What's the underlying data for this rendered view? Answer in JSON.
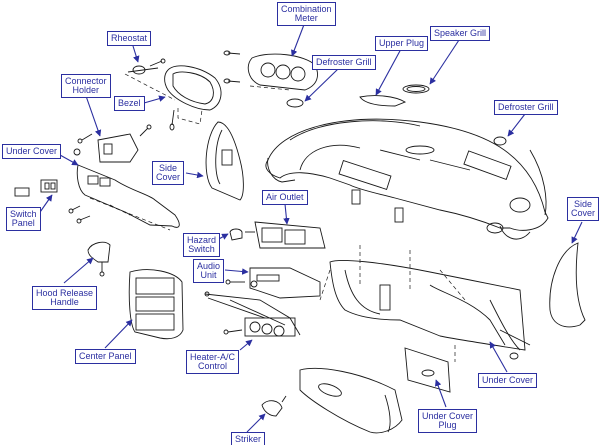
{
  "diagram": {
    "title": "Instrument Panel Exploded View",
    "colors": {
      "label_border": "#2b2fa0",
      "label_text": "#2b2fa0",
      "line_art": "#1a1a1a",
      "background": "#ffffff"
    },
    "labels": {
      "combination_meter": "Combination\nMeter",
      "rheostat": "Rheostat",
      "defroster_grill_left": "Defroster Grill",
      "upper_plug": "Upper Plug",
      "speaker_grill": "Speaker Grill",
      "connector_holder": "Connector\nHolder",
      "bezel": "Bezel",
      "defroster_grill_right": "Defroster Grill",
      "under_cover_left": "Under Cover",
      "side_cover_left": "Side\nCover",
      "switch_panel": "Switch\nPanel",
      "air_outlet": "Air Outlet",
      "side_cover_right": "Side\nCover",
      "hazard_switch": "Hazard\nSwitch",
      "audio_unit": "Audio\nUnit",
      "hood_release_handle": "Hood Release\nHandle",
      "center_panel": "Center Panel",
      "heater_ac_control": "Heater-A/C\nControl",
      "under_cover_right": "Under Cover",
      "under_cover_plug": "Under Cover\nPlug",
      "striker": "Striker"
    }
  }
}
